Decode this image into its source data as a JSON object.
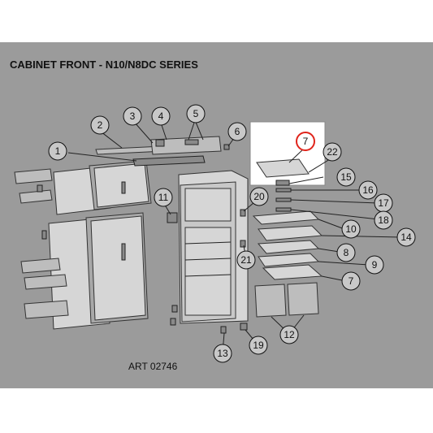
{
  "diagram": {
    "title": "CABINET FRONT - N10/N8DC SERIES",
    "art_number": "ART 02746",
    "highlighted_callout": "7",
    "colors": {
      "background": "#9b9b9b",
      "parts": "#bdbdbd",
      "highlight_box": "#ffffff",
      "highlight_ring": "#e0241b",
      "line": "#222222"
    },
    "callouts": [
      "1",
      "2",
      "3",
      "4",
      "5",
      "6",
      "7",
      "22",
      "15",
      "16",
      "17",
      "18",
      "20",
      "11",
      "10",
      "14",
      "8",
      "9",
      "7",
      "21",
      "12",
      "13",
      "19"
    ]
  }
}
